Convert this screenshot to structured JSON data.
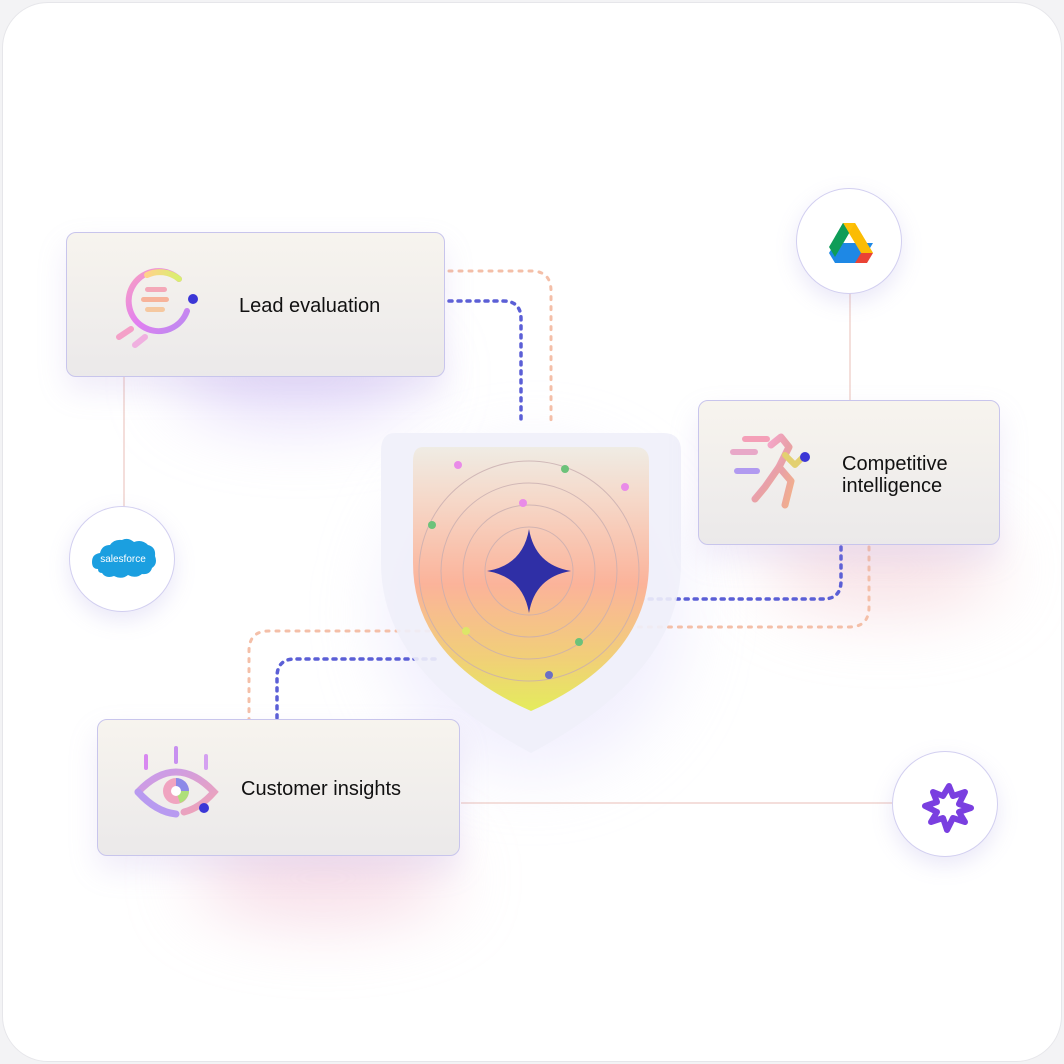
{
  "cards": {
    "lead": {
      "label": "Lead evaluation"
    },
    "competitive": {
      "label_line1": "Competitive",
      "label_line2": "intelligence"
    },
    "customer": {
      "label": "Customer insights"
    }
  },
  "integrations": {
    "salesforce": {
      "label": "salesforce",
      "icon": "salesforce-cloud-logo"
    },
    "google_drive": {
      "icon": "google-drive-logo"
    },
    "burst": {
      "icon": "purple-starburst-logo"
    }
  },
  "center": {
    "icon": "four-point-star-icon"
  },
  "colors": {
    "card_border": "#c8c5ec",
    "dotted_blue": "#5b5fd6",
    "dotted_peach": "#f4bfa8",
    "star": "#2f2fa6",
    "connector": "#f0d4cf",
    "salesforce": "#1b9fe0",
    "burst": "#7a3fe0"
  }
}
